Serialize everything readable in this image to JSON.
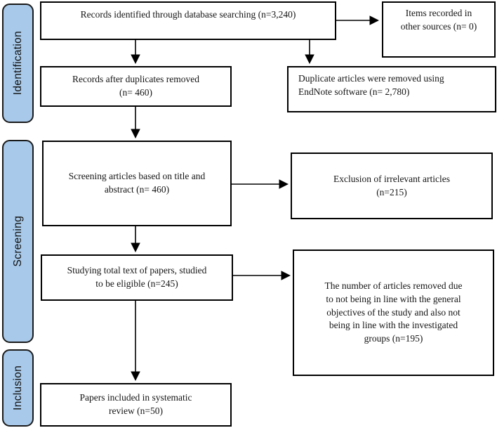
{
  "flow": {
    "stages": [
      {
        "id": "identification",
        "label": "Identification"
      },
      {
        "id": "screening",
        "label": "Screening"
      },
      {
        "id": "inclusion",
        "label": "Inclusion"
      }
    ],
    "boxes": {
      "records_identified": {
        "text": "Records identified through database searching (n=3,240)"
      },
      "items_other_sources": {
        "text": "Items recorded in\nother sources (n= 0)"
      },
      "records_after_duplicates": {
        "text": "Records after duplicates removed\n(n= 460)"
      },
      "duplicates_removed": {
        "text": "Duplicate articles were removed using\nEndNote software (n= 2,780)"
      },
      "screening_title_abstract": {
        "text": "Screening articles based on title and\nabstract (n= 460)"
      },
      "exclusion_irrelevant": {
        "text": "Exclusion of irrelevant articles\n(n=215)"
      },
      "fulltext_eligibility": {
        "text": "Studying total text of papers, studied\nto be eligible (n=245)"
      },
      "articles_removed_objectives": {
        "text": "The number of articles removed due\nto not being in line with the general\nobjectives of the study and also not\nbeing in line with the investigated\ngroups (n=195)"
      },
      "included_in_review": {
        "text": "Papers included in systematic\nreview (n=50)"
      }
    },
    "colors": {
      "stage_fill": "#a8c9e9",
      "stage_border": "#1a1a1a",
      "box_border": "#000000",
      "box_background": "#ffffff",
      "arrow": "#000000"
    }
  }
}
